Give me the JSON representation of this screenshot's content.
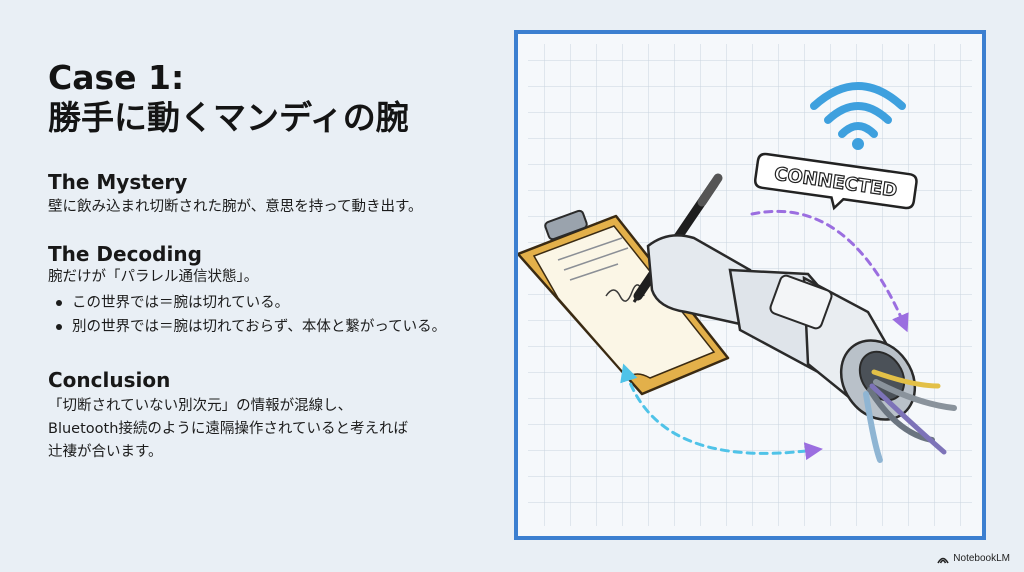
{
  "slide": {
    "title_line1": "Case 1:",
    "title_line2": "勝手に動くマンディの腕",
    "mystery": {
      "heading": "The Mystery",
      "text": "壁に飲み込まれ切断された腕が、意思を持って動き出す。"
    },
    "decoding": {
      "heading": "The Decoding",
      "text": "腕だけが「パラレル通信状態」。",
      "bullets": [
        "この世界では＝腕は切れている。",
        "別の世界では＝腕は切れておらず、本体と繋がっている。"
      ]
    },
    "conclusion": {
      "heading": "Conclusion",
      "lines": [
        "「切断されていない別次元」の情報が混線し、",
        "Bluetooth接続のように遠隔操作されていると考えれば",
        "辻褄が合います。"
      ]
    }
  },
  "illustration": {
    "badge_text": "CONNECTED",
    "icons": [
      "wifi-icon",
      "clipboard",
      "pen",
      "robotic-arm",
      "cables",
      "dashed-arrows"
    ],
    "colors": {
      "frame": "#3c7fd0",
      "grid": "#c9d4df",
      "arrow_cyan": "#4fc3e8",
      "arrow_purple": "#9b6ee0",
      "wifi": "#3ea0de",
      "clipboard": "#e3b04a"
    }
  },
  "brand": {
    "label": "NotebookLM"
  }
}
